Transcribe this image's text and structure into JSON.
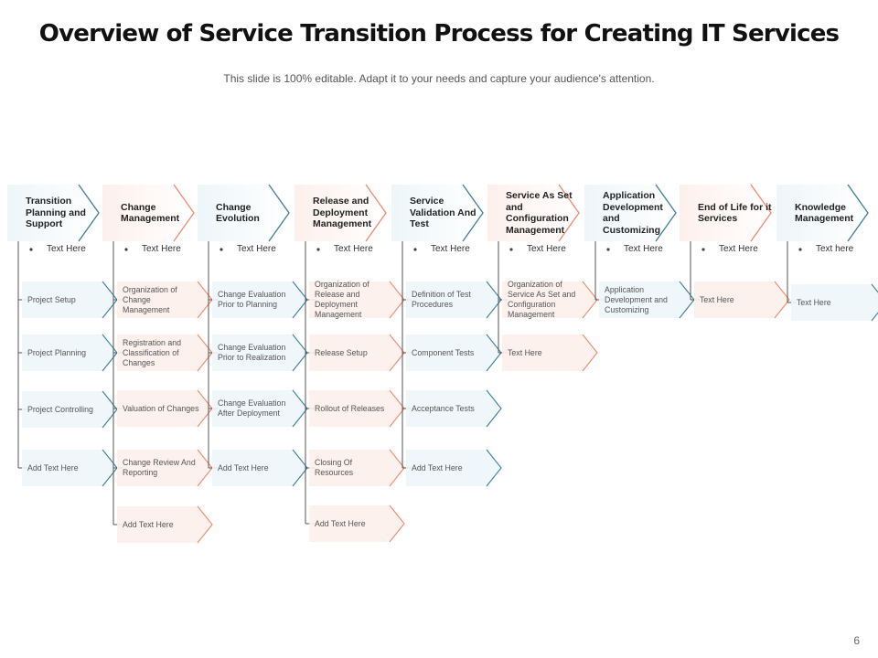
{
  "slide": {
    "title": "Overview of Service Transition Process for Creating IT Services",
    "subtitle": "This slide is 100% editable. Adapt it to your needs and capture your audience's attention.",
    "page_number": "6"
  },
  "colors": {
    "blue": "#3d7f9c",
    "orange": "#ef8a6e",
    "blue_fill": "#eef6f9",
    "orange_fill": "#fdf0ec",
    "line": "#555555"
  },
  "columns": [
    {
      "header": "Transition Planning and Support",
      "accent": "blue",
      "bullet": "Text Here",
      "items": [
        "Project Setup",
        "Project Planning",
        "Project Controlling",
        "Add Text Here"
      ]
    },
    {
      "header": "Change Management",
      "accent": "orange",
      "bullet": "Text Here",
      "items": [
        "Organization of Change Management",
        "Registration and Classification of Changes",
        "Valuation of Changes",
        "Change Review And Reporting",
        "Add Text Here"
      ]
    },
    {
      "header": "Change Evolution",
      "accent": "blue",
      "bullet": "Text Here",
      "items": [
        "Change Evaluation Prior to Planning",
        "Change Evaluation Prior to Realization",
        "Change Evaluation After Deployment",
        "Add Text Here"
      ]
    },
    {
      "header": "Release and Deployment Management",
      "accent": "orange",
      "bullet": "Text Here",
      "items": [
        "Organization of Release and Deployment Management",
        "Release Setup",
        "Rollout of Releases",
        "Closing Of Resources",
        "Add Text Here"
      ]
    },
    {
      "header": "Service Validation And Test",
      "accent": "blue",
      "bullet": "Text Here",
      "items": [
        "Definition of Test Procedures",
        "Component Tests",
        "Acceptance Tests",
        "Add Text Here"
      ]
    },
    {
      "header": "Service As Set and Configuration Management",
      "accent": "orange",
      "bullet": "Text Here",
      "items": [
        "Organization of Service As Set and Configuration Management",
        "Text Here"
      ]
    },
    {
      "header": "Application Development and Customizing",
      "accent": "blue",
      "bullet": "Text Here",
      "items": [
        "Application Development and Customizing"
      ]
    },
    {
      "header": "End of Life for it Services",
      "accent": "orange",
      "bullet": "Text Here",
      "items": [
        "Text Here"
      ]
    },
    {
      "header": "Knowledge Management",
      "accent": "blue",
      "bullet": "Text here",
      "items": [
        "Text Here"
      ]
    }
  ]
}
